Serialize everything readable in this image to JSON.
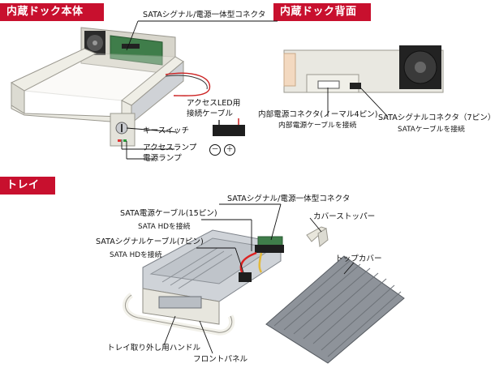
{
  "sections": {
    "dock_body": "内蔵ドック本体",
    "dock_back": "内蔵ドック背面",
    "tray": "トレイ"
  },
  "dock_body_labels": {
    "sata_connector": "SATAシグナル/電源一体型コネクタ",
    "access_led_cable_line1": "アクセスLED用",
    "access_led_cable_line2": "接続ケーブル",
    "key_switch": "キースイッチ",
    "access_lamp": "アクセスランプ",
    "power_lamp": "電源ランプ",
    "minus_symbol": "－",
    "plus_symbol": "＋"
  },
  "dock_back_labels": {
    "internal_power_connector": "内部電源コネクタ(ノーマル4ピン)",
    "internal_power_note": "内部電源ケーブルを接続",
    "sata_signal_connector": "SATAシグナルコネクタ（7ピン）",
    "sata_signal_note": "SATAケーブルを接続"
  },
  "tray_labels": {
    "sata_combo_connector": "SATAシグナル/電源一体型コネクタ",
    "sata_power_cable": "SATA電源ケーブル(15ピン)",
    "sata_power_note": "SATA HDを接続",
    "sata_signal_cable": "SATAシグナルケーブル(7ピン)",
    "sata_signal_note": "SATA HDを接続",
    "cover_stopper": "カバーストッパー",
    "top_cover": "トップカバー",
    "tray_handle": "トレイ取り外し用ハンドル",
    "front_panel": "フロントパネル"
  },
  "colors": {
    "banner": "#c8102e",
    "frame": "#e8e6dc",
    "metal": "#bfc3c8",
    "pcb": "#3f7d4a"
  }
}
